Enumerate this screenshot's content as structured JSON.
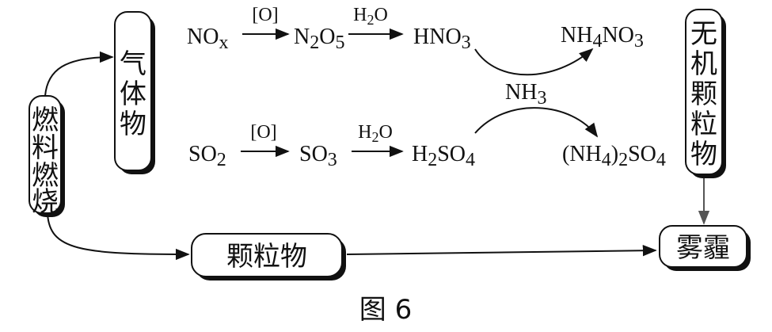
{
  "boxes": {
    "fuel": [
      "燃",
      "料",
      "燃",
      "烧"
    ],
    "gas": [
      "气",
      "体",
      "物"
    ],
    "particles": "颗粒物",
    "inorganic": [
      "无",
      "机",
      "颗",
      "粒",
      "物"
    ],
    "haze": "雾霾"
  },
  "reactions": {
    "oxidant": "[O]",
    "water": "H2O",
    "ammonia": "NH3",
    "nox": {
      "base": "NO",
      "sub": "x"
    },
    "n2o5": {
      "p1": "N",
      "s1": "2",
      "p2": "O",
      "s2": "5"
    },
    "hno3": {
      "p1": "HNO",
      "s1": "3"
    },
    "nh4no3": {
      "p1": "NH",
      "s1": "4",
      "p2": "NO",
      "s2": "3"
    },
    "so2": {
      "p1": "SO",
      "s1": "2"
    },
    "so3": {
      "p1": "SO",
      "s1": "3"
    },
    "h2so4": {
      "p1": "H",
      "s1": "2",
      "p2": "SO",
      "s2": "4"
    },
    "nh4so4": {
      "p1": "(NH",
      "s1": "4",
      "p2": ")",
      "s2": "2",
      "p3": "SO",
      "s3": "4"
    },
    "h2o_label": {
      "p1": "H",
      "s1": "2",
      "p2": "O"
    },
    "nh3_label": {
      "p1": "NH",
      "s1": "3"
    }
  },
  "caption": "图 6"
}
